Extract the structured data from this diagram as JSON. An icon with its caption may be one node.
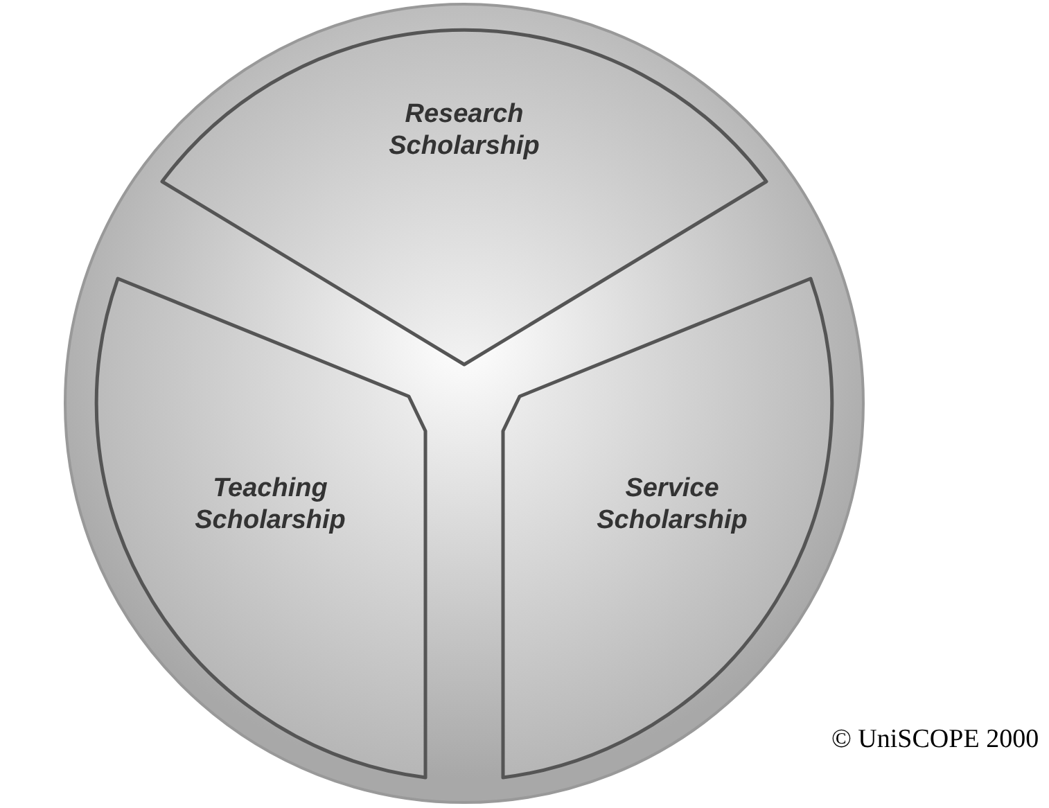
{
  "diagram": {
    "nodes": [
      {
        "text": [],
        "shape": "circle"
      },
      {
        "text": [
          "Research Scholarship"
        ],
        "in": 0
      },
      {
        "text": [
          "Teaching Scholarship"
        ],
        "in": 0
      },
      {
        "text": [
          "Service Scholarship"
        ],
        "in": 0
      }
    ],
    "labels": [
      "© UniSCOPE 2000"
    ]
  }
}
